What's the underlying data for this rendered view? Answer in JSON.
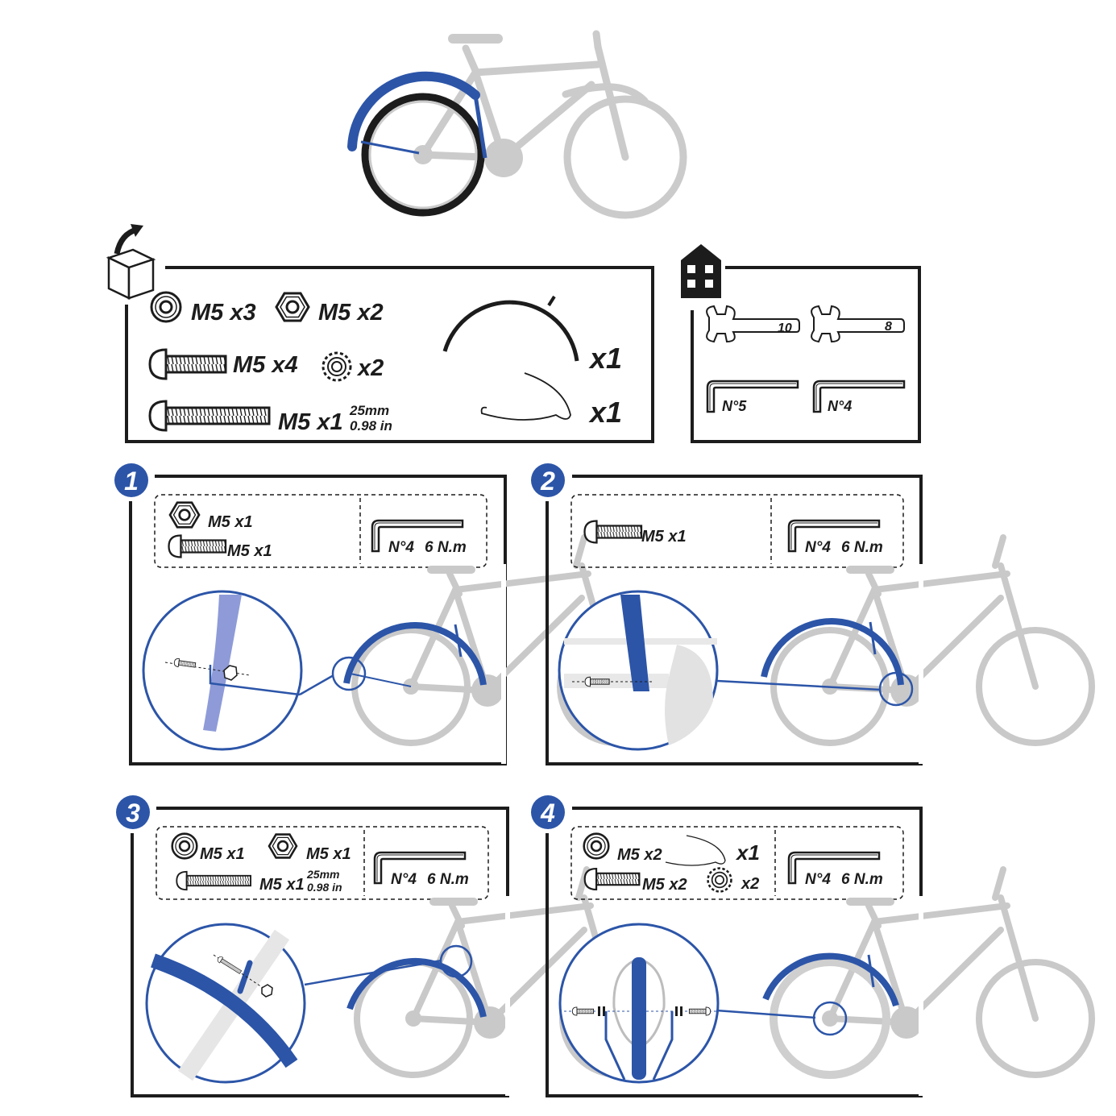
{
  "colors": {
    "blue": "#2c55a8",
    "light_blue": "#8e9bd8",
    "grey": "#c9c9c9",
    "ink": "#1c1c1c"
  },
  "icons": [
    "open-box-icon",
    "house-icon",
    "washer-icon",
    "hex-nut-icon",
    "bolt-icon",
    "serrated-washer-icon",
    "wrench-icon",
    "allen-key-icon"
  ],
  "kit": {
    "washer": "M5 x3",
    "nut": "M5 x2",
    "bolt_short": "M5 x4",
    "lock_washer": "x2",
    "bolt_long": "M5 x1",
    "bolt_long_mm": "25mm",
    "bolt_long_in": "0.98 in",
    "mudguard": "x1",
    "stay": "x1"
  },
  "tools": {
    "wrench1": "10",
    "wrench2": "8",
    "allen1": "N°5",
    "allen2": "N°4"
  },
  "steps": [
    {
      "number": "1",
      "parts": [
        "M5 x1",
        "M5 x1"
      ],
      "tool": "N°4",
      "torque": "6 N.m"
    },
    {
      "number": "2",
      "parts": [
        "M5 x1"
      ],
      "tool": "N°4",
      "torque": "6 N.m"
    },
    {
      "number": "3",
      "parts": [
        "M5 x1",
        "M5 x1",
        "M5 x1"
      ],
      "bolt_mm": "25mm",
      "bolt_in": "0.98 in",
      "tool": "N°4",
      "torque": "6 N.m"
    },
    {
      "number": "4",
      "parts": [
        "M5 x2",
        "x1",
        "M5 x2",
        "x2"
      ],
      "tool": "N°4",
      "torque": "6 N.m"
    }
  ]
}
